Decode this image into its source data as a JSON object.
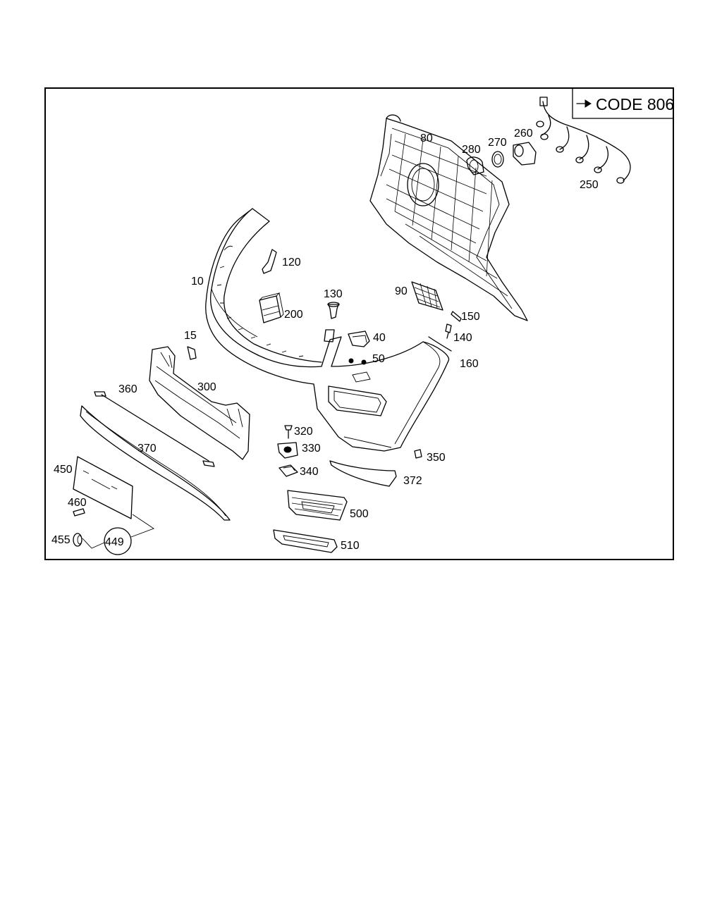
{
  "code_note": {
    "arrow": "→",
    "text": "CODE 806"
  },
  "part_labels": [
    {
      "id": "p10",
      "text": "10"
    },
    {
      "id": "p15",
      "text": "15"
    },
    {
      "id": "p40",
      "text": "40"
    },
    {
      "id": "p50",
      "text": "50"
    },
    {
      "id": "p80",
      "text": "80"
    },
    {
      "id": "p90",
      "text": "90"
    },
    {
      "id": "p120",
      "text": "120"
    },
    {
      "id": "p130",
      "text": "130"
    },
    {
      "id": "p140",
      "text": "140"
    },
    {
      "id": "p150",
      "text": "150"
    },
    {
      "id": "p160",
      "text": "160"
    },
    {
      "id": "p200",
      "text": "200"
    },
    {
      "id": "p250",
      "text": "250"
    },
    {
      "id": "p260",
      "text": "260"
    },
    {
      "id": "p270",
      "text": "270"
    },
    {
      "id": "p280",
      "text": "280"
    },
    {
      "id": "p300",
      "text": "300"
    },
    {
      "id": "p320",
      "text": "320"
    },
    {
      "id": "p330",
      "text": "330"
    },
    {
      "id": "p340",
      "text": "340"
    },
    {
      "id": "p350",
      "text": "350"
    },
    {
      "id": "p360",
      "text": "360"
    },
    {
      "id": "p370",
      "text": "370"
    },
    {
      "id": "p372",
      "text": "372"
    },
    {
      "id": "p450",
      "text": "450"
    },
    {
      "id": "p455",
      "text": "455"
    },
    {
      "id": "p460",
      "text": "460"
    },
    {
      "id": "p500",
      "text": "500"
    },
    {
      "id": "p510",
      "text": "510"
    }
  ],
  "assembly_callout": {
    "text": "449"
  }
}
